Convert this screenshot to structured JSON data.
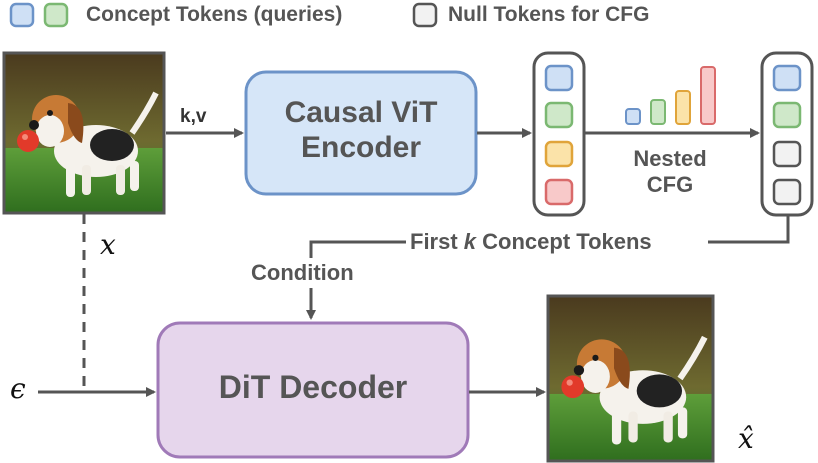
{
  "legend": {
    "concept_label": "Concept Tokens (queries)",
    "null_label": "Null Tokens for CFG"
  },
  "encoder": {
    "line1": "Causal ViT",
    "line2": "Encoder"
  },
  "decoder": {
    "label": "DiT Decoder"
  },
  "labels": {
    "kv": "k,v",
    "nested_line1": "Nested",
    "nested_line2": "CFG",
    "first_k_prefix": "First ",
    "first_k_var": "k",
    "first_k_suffix": " Concept Tokens",
    "condition": "Condition",
    "x": "x",
    "epsilon": "ϵ",
    "x_hat": "x̂"
  },
  "token_colors": {
    "blue": "#cfe0f5",
    "blue_border": "#6c93c8",
    "green": "#cfe8c9",
    "green_border": "#7bb872",
    "yellow": "#fbe3a9",
    "yellow_border": "#e0a43a",
    "red": "#f8c9c9",
    "red_border": "#d96a6a",
    "null": "#f2f2f2",
    "null_border": "#555555"
  },
  "bars": [
    {
      "color": "blue",
      "level": 0.25
    },
    {
      "color": "green",
      "level": 0.4
    },
    {
      "color": "yellow",
      "level": 0.55
    },
    {
      "color": "red",
      "level": 0.95
    }
  ],
  "images": {
    "input": "beagle-photo",
    "output": "beagle-photo"
  }
}
